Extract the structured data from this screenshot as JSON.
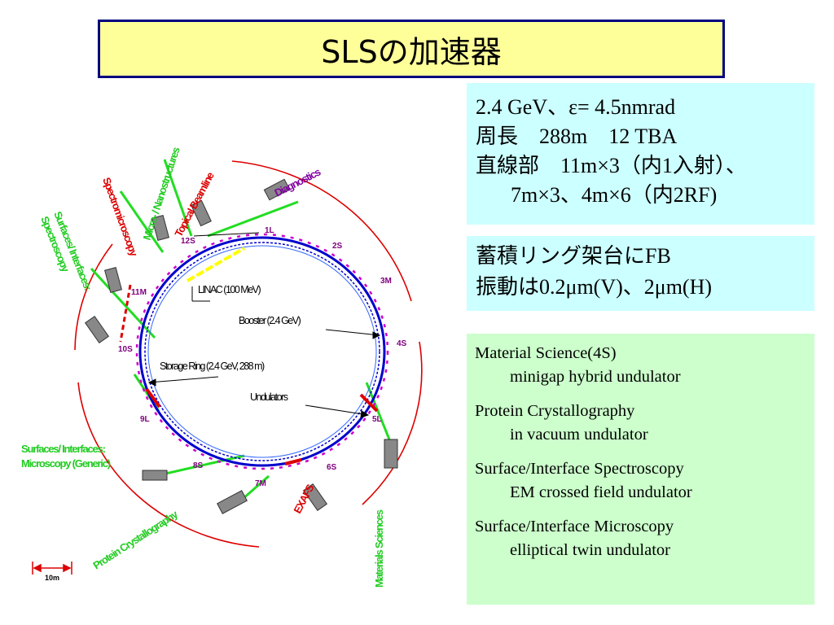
{
  "title": "SLSの加速器",
  "specs": {
    "line1": "2.4 GeV、ε= 4.5nmrad",
    "line2": "周長　288m　12 TBA",
    "line3": "直線部　11m×3（内1入射）、",
    "line4": "7m×3、4m×6（内2RF)"
  },
  "feedback": {
    "line1": "蓄積リング架台にFB",
    "line2": "振動は0.2μm(V)、2μm(H)"
  },
  "beamlines": [
    {
      "name": "Material Science(4S)",
      "detail": "minigap hybrid undulator"
    },
    {
      "name": "Protein Crystallography",
      "detail": "in vacuum undulator"
    },
    {
      "name": "Surface/Interface Spectroscopy",
      "detail": "EM crossed field undulator"
    },
    {
      "name": "Surface/Interface Microscopy",
      "detail": "elliptical twin undulator"
    }
  ],
  "diagram": {
    "linac": "LINAC (100 MeV)",
    "booster": "Booster (2.4 GeV)",
    "storage_ring": "Storage Ring (2.4 GeV, 288 m)",
    "undulators": "Undulators",
    "sections": [
      "1L",
      "2S",
      "3M",
      "4S",
      "5L",
      "6S",
      "7M",
      "8S",
      "9L",
      "10S",
      "11M",
      "12S"
    ],
    "beamline_labels": {
      "diagnostics": "Diagnostics",
      "topical": "Topical Beamline",
      "micro_nano": "Micro- / Nanostructures",
      "spectromicroscopy": "Spectromicroscopy",
      "surfaces_spectroscopy_1": "Surfaces/ Interfaces:",
      "surfaces_spectroscopy_2": "Spectroscopy",
      "surfaces_microscopy_1": "Surfaces/ Interfaces:",
      "surfaces_microscopy_2": "Microscopy (Generic)",
      "protein": "Protein Crystallography",
      "exafs": "EXAFS",
      "materials": "Materials Sciences"
    },
    "scale": "10m",
    "colors": {
      "ring": "#0000cc",
      "wall": "#dd0000",
      "beamline": "#22dd22",
      "magnet": "#cc00cc",
      "linac": "#ffff00",
      "undulator": "#dd0000",
      "section_label": "#800080",
      "spec_panel": "#ccffff",
      "beamline_panel": "#ccffcc",
      "title_panel": "#ffff9a"
    }
  }
}
